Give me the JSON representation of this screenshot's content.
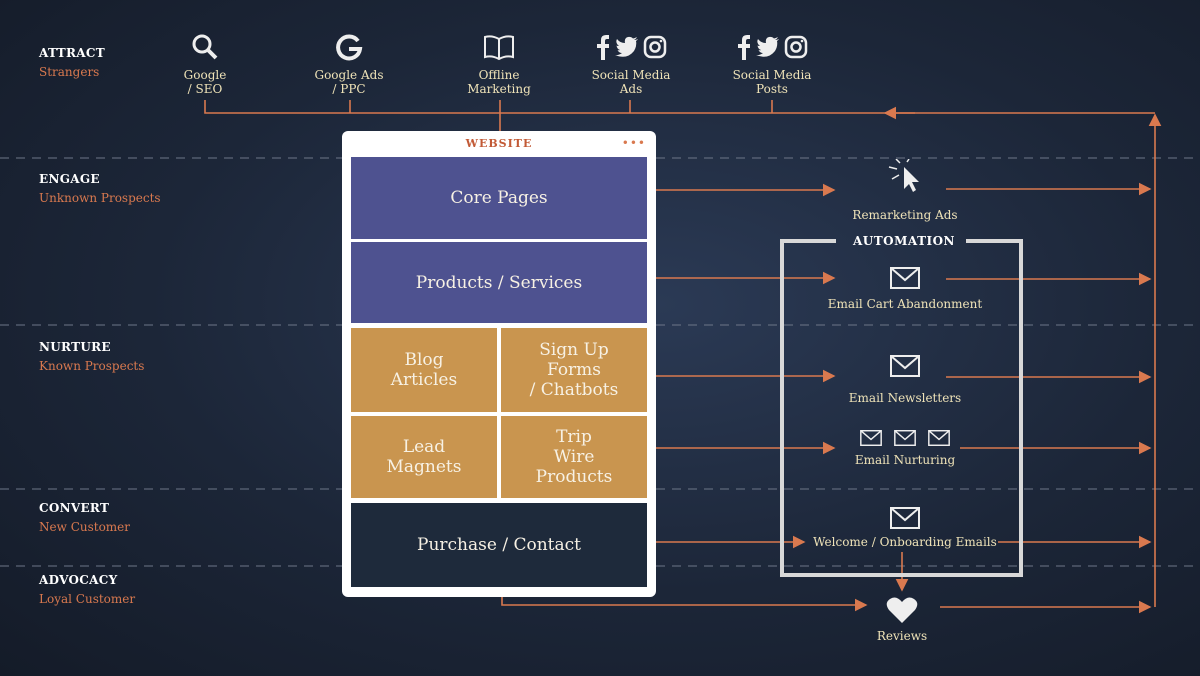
{
  "stages": [
    {
      "title": "ATTRACT",
      "subtitle": "Strangers"
    },
    {
      "title": "ENGAGE",
      "subtitle": "Unknown Prospects"
    },
    {
      "title": "NURTURE",
      "subtitle": "Known Prospects"
    },
    {
      "title": "CONVERT",
      "subtitle": "New Customer"
    },
    {
      "title": "ADVOCACY",
      "subtitle": "Loyal Customer"
    }
  ],
  "sources": [
    {
      "line1": "Google",
      "line2": "/ SEO",
      "icon": "search-icon"
    },
    {
      "line1": "Google Ads",
      "line2": "/ PPC",
      "icon": "google-icon"
    },
    {
      "line1": "Offline",
      "line2": "Marketing",
      "icon": "book-icon"
    },
    {
      "line1": "Social Media",
      "line2": "Ads",
      "icon": "social-icons"
    },
    {
      "line1": "Social Media",
      "line2": "Posts",
      "icon": "social-icons"
    }
  ],
  "website": {
    "title": "WEBSITE",
    "dots": "•••",
    "core_pages": "Core Pages",
    "products_services": "Products / Services",
    "blog": {
      "line1": "Blog",
      "line2": "Articles"
    },
    "signup": {
      "line1": "Sign Up",
      "line2": "Forms",
      "line3": "/ Chatbots"
    },
    "lead": {
      "line1": "Lead",
      "line2": "Magnets"
    },
    "trip": {
      "line1": "Trip",
      "line2": "Wire",
      "line3": "Products"
    },
    "purchase": "Purchase / Contact"
  },
  "automation": {
    "title": "AUTOMATION",
    "remarketing": "Remarketing Ads",
    "cart": "Email Cart Abandonment",
    "newsletters": "Email Newsletters",
    "nurturing": "Email Nurturing",
    "welcome": "Welcome / Onboarding Emails",
    "reviews": "Reviews"
  },
  "colors": {
    "background": "#1c2638",
    "accent": "#d9794f",
    "blue_block": "#4e5290",
    "tan_block": "#c9954f",
    "dark_block": "#1e2a3b",
    "text_light": "#efe3b8"
  }
}
